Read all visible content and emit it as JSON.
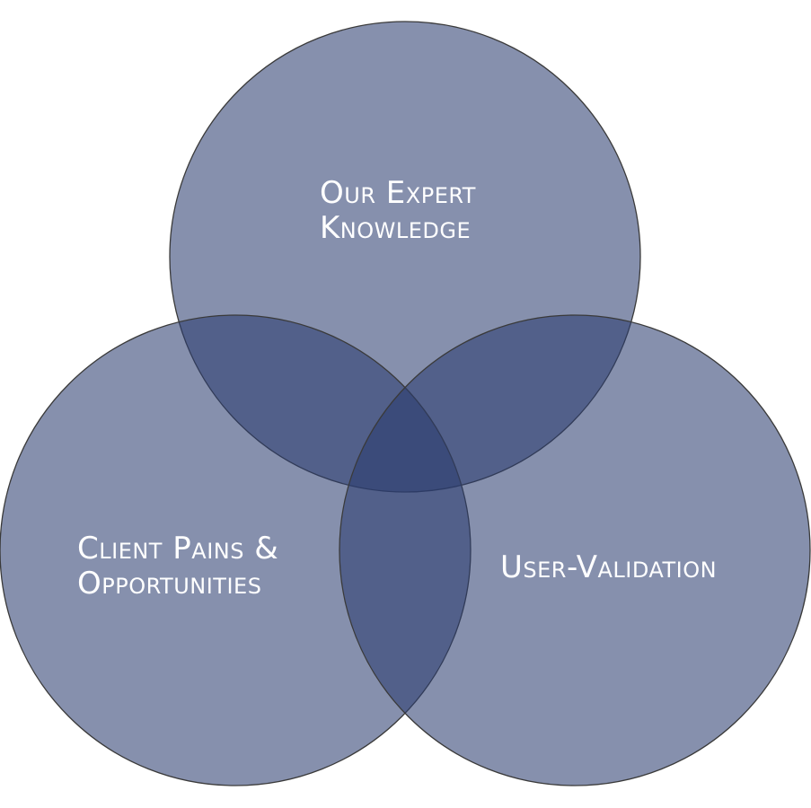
{
  "colors": {
    "circle_fill": "#2b3c6e",
    "circle_stroke": "#3a3a3a",
    "label_text": "#ffffff",
    "background": "#ffffff"
  },
  "circles": [
    {
      "id": "top",
      "label_lines": [
        "Our Expert",
        "Knowledge"
      ]
    },
    {
      "id": "left",
      "label_lines": [
        "Client Pains &",
        "Opportunities"
      ]
    },
    {
      "id": "right",
      "label_lines": [
        "User-Validation"
      ]
    }
  ]
}
